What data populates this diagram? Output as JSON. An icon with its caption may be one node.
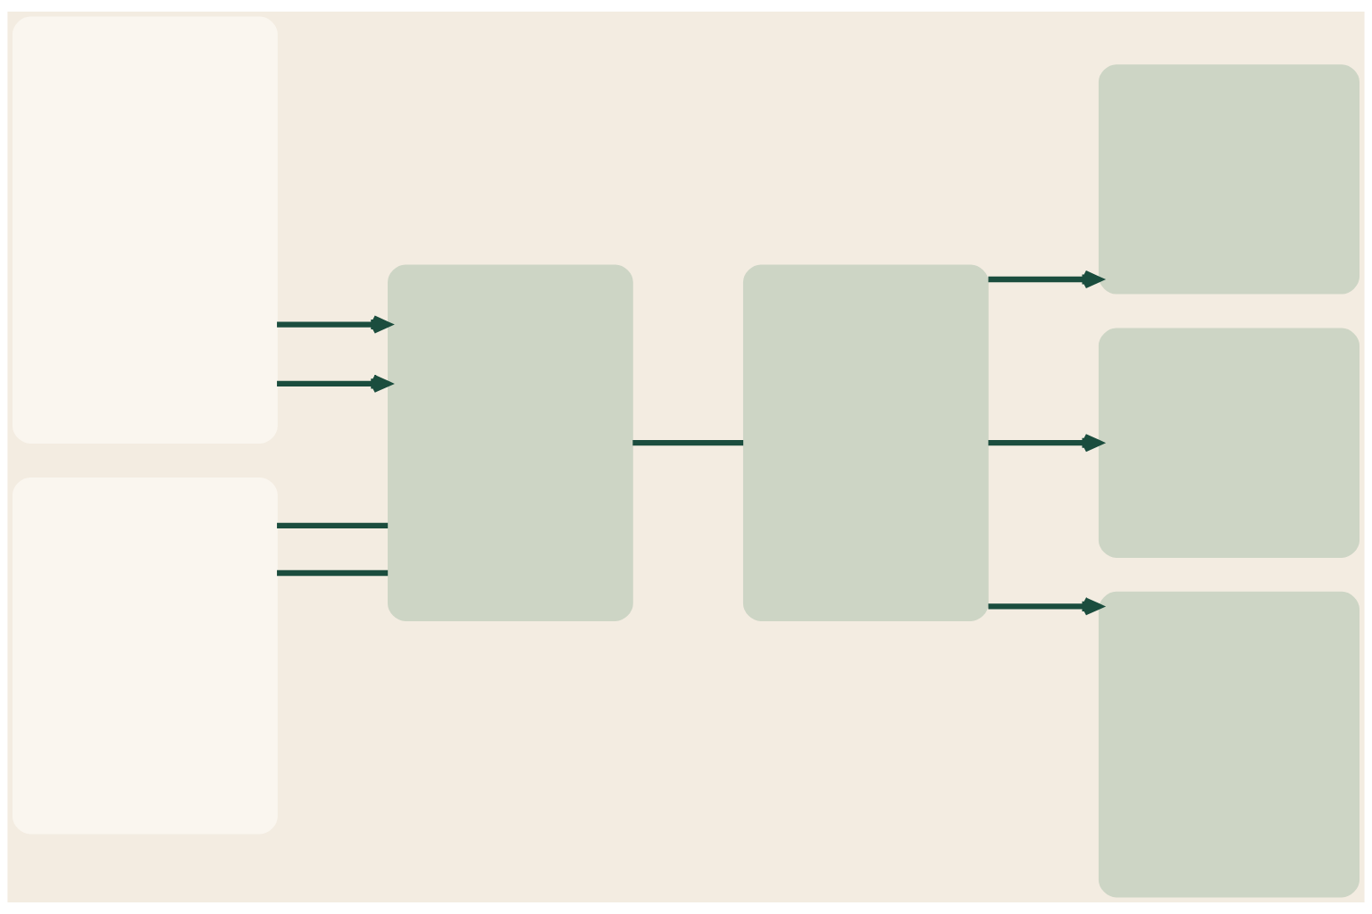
{
  "diagram": {
    "nodes": [
      {
        "text": [],
        "shape": "box"
      },
      {
        "text": [],
        "shape": "box"
      },
      {
        "text": [],
        "shape": "box"
      },
      {
        "text": [],
        "shape": "box"
      },
      {
        "text": [],
        "shape": "box"
      },
      {
        "text": [],
        "shape": "box"
      },
      {
        "text": [],
        "shape": "box"
      }
    ],
    "edges": [
      {
        "from": 0,
        "to": 2,
        "arrow": "to"
      },
      {
        "from": 0,
        "to": 2,
        "arrow": "to"
      },
      {
        "from": 1,
        "to": 2,
        "arrow": "none"
      },
      {
        "from": 1,
        "to": 2,
        "arrow": "none"
      },
      {
        "from": 2,
        "to": 3,
        "arrow": "none"
      },
      {
        "from": 3,
        "to": 4,
        "arrow": "to"
      },
      {
        "from": 3,
        "to": 5,
        "arrow": "to"
      },
      {
        "from": 3,
        "to": 6,
        "arrow": "to"
      }
    ]
  }
}
